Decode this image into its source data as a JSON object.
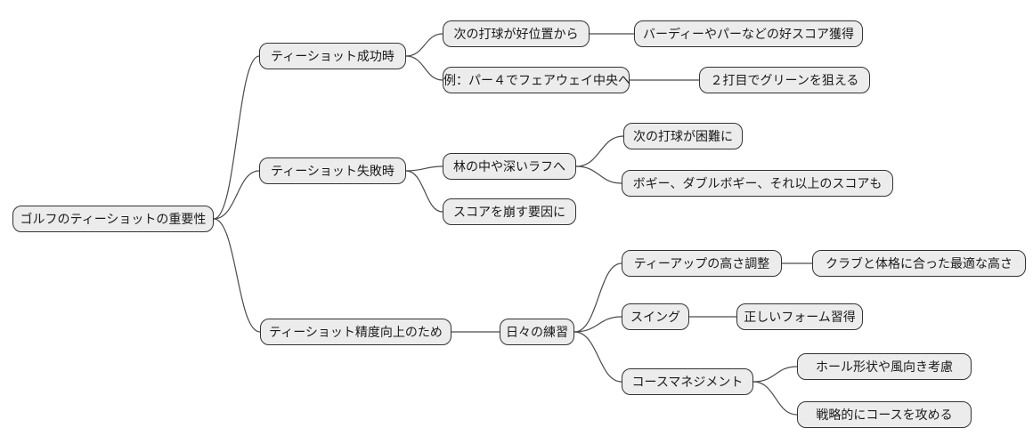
{
  "colors": {
    "background": "#ffffff",
    "node_fill": "#ececec",
    "node_border": "#333333",
    "node_text": "#1a1a1a",
    "edge": "#4a4a4a"
  },
  "mindmap": {
    "type": "mindmap",
    "root": {
      "label": "ゴルフのティーショットの重要性",
      "children": [
        {
          "label": "ティーショット成功時",
          "children": [
            {
              "label": "次の打球が好位置から",
              "children": [
                {
                  "label": "バーディーやパーなどの好スコア獲得"
                }
              ]
            },
            {
              "label": "例：パー４でフェアウェイ中央へ",
              "children": [
                {
                  "label": "２打目でグリーンを狙える"
                }
              ]
            }
          ]
        },
        {
          "label": "ティーショット失敗時",
          "children": [
            {
              "label": "林の中や深いラフへ",
              "children": [
                {
                  "label": "次の打球が困難に"
                },
                {
                  "label": "ボギー、ダブルボギー、それ以上のスコアも"
                }
              ]
            },
            {
              "label": "スコアを崩す要因に"
            }
          ]
        },
        {
          "label": "ティーショット精度向上のため",
          "children": [
            {
              "label": "日々の練習",
              "children": [
                {
                  "label": "ティーアップの高さ調整",
                  "children": [
                    {
                      "label": "クラブと体格に合った最適な高さ"
                    }
                  ]
                },
                {
                  "label": "スイング",
                  "children": [
                    {
                      "label": "正しいフォーム習得"
                    }
                  ]
                },
                {
                  "label": "コースマネジメント",
                  "children": [
                    {
                      "label": "ホール形状や風向き考慮"
                    },
                    {
                      "label": "戦略的にコースを攻める"
                    }
                  ]
                }
              ]
            }
          ]
        }
      ]
    }
  }
}
